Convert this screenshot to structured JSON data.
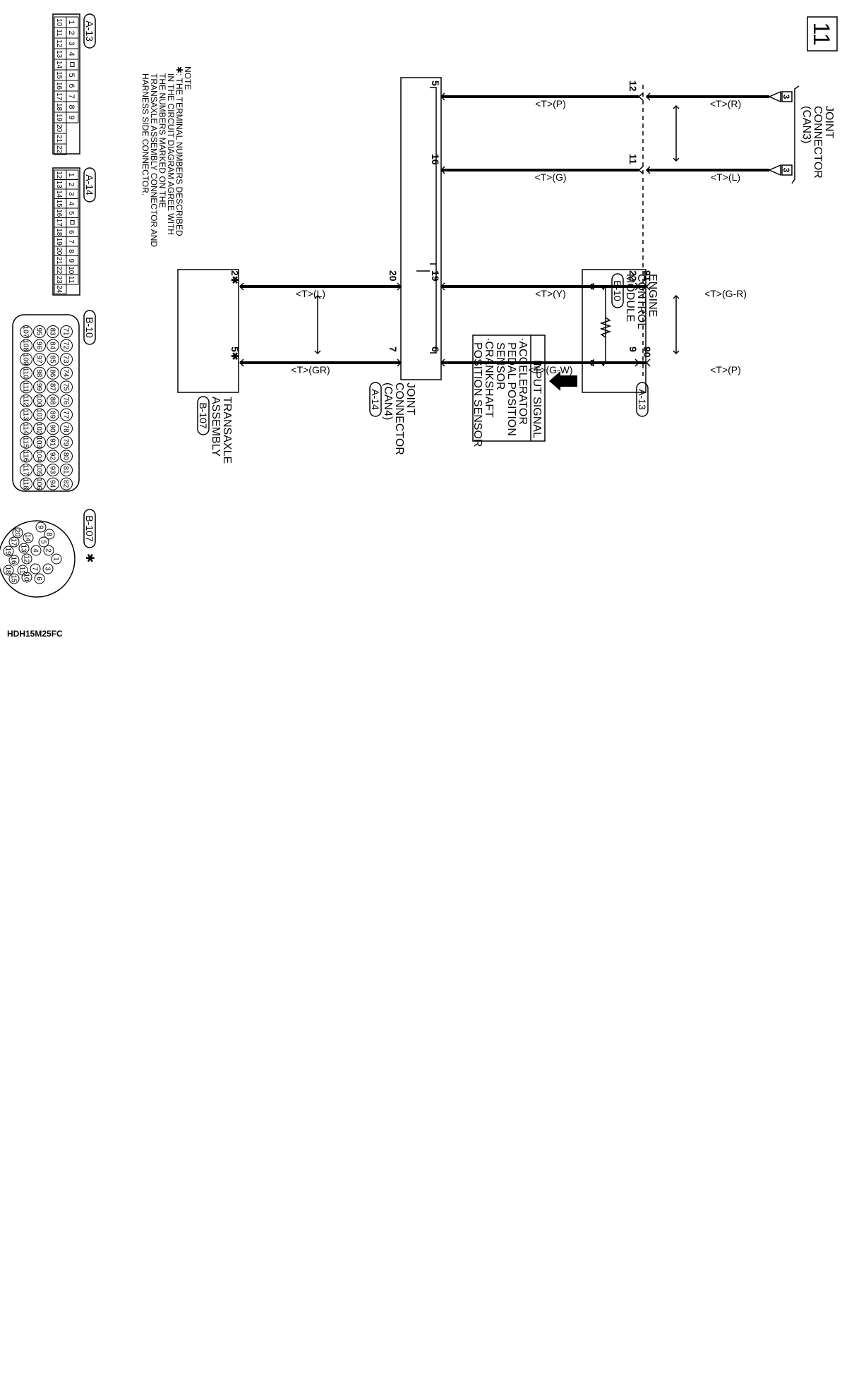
{
  "page_id": "11",
  "diagram_code": "HDH15M25FC",
  "jc_can3": {
    "lines": [
      "JOINT",
      "CONNECTOR",
      "(CAN3)"
    ],
    "flag_a": "3",
    "flag_b": "3"
  },
  "ecm": {
    "lines": [
      "ENGINE",
      "CONTROL",
      "MODULE"
    ],
    "connector": "B-10"
  },
  "input_signal": {
    "lines": [
      "INPUT SIGNAL",
      "·ACCELERATOR",
      "PEDAL POSITION",
      "SENSOR",
      "·CRANKSHAFT",
      "POSITION SENSOR"
    ]
  },
  "a13_label": "A-13",
  "jc_can4": {
    "lines": [
      "JOINT",
      "CONNECTOR",
      "(CAN4)"
    ],
    "connector": "A-14"
  },
  "transaxle": {
    "lines": [
      "TRANSAXLE",
      "ASSEMBLY"
    ],
    "connector": "B-107"
  },
  "wires": {
    "w1": {
      "label_right": "<T>(R)",
      "label_left": "<T>(P)",
      "pin_a13": "12",
      "pin_a14": "5"
    },
    "w2": {
      "label_right": "<T>(L)",
      "label_left": "<T>(G)",
      "pin_a13": "11",
      "pin_a14": "16"
    },
    "w3": {
      "label_right": "<T>(G-R)",
      "label_mid": "<T>(Y)",
      "label_left": "<T>(L)",
      "pin_ecm": "91",
      "pin_a13": "22",
      "pin_a14_in": "19",
      "pin_a14_out": "20",
      "pin_trans": "2✱"
    },
    "w4": {
      "label_right": "<T>(P)",
      "label_mid": "<T>(G-W)",
      "label_left": "<T>(GR)",
      "pin_ecm": "90",
      "pin_a13": "9",
      "pin_a14_in": "6",
      "pin_a14_out": "7",
      "pin_trans": "5✱"
    }
  },
  "note": {
    "title": "NOTE",
    "lines": [
      "✱: THE TERMINAL NUMBERS DESCRIBED",
      "IN THE CIRCUIT DIAGRAM AGREE WITH",
      "THE NUMBERS MARKED ON THE",
      "TRANSAXLE ASSEMBLY CONNECTOR AND",
      "HARNESS SIDE CONNECTOR."
    ]
  },
  "connector_views": {
    "a13": {
      "label": "A-13",
      "row1": [
        "1",
        "2",
        "3",
        "4",
        "",
        "5",
        "6",
        "7",
        "8",
        "9"
      ],
      "row2": [
        "10",
        "11",
        "12",
        "13",
        "14",
        "15",
        "16",
        "17",
        "18",
        "19",
        "20",
        "21",
        "22"
      ]
    },
    "a14": {
      "label": "A-14",
      "row1": [
        "1",
        "2",
        "3",
        "4",
        "5",
        "",
        "6",
        "7",
        "8",
        "9",
        "10",
        "11"
      ],
      "row2": [
        "12",
        "13",
        "14",
        "15",
        "16",
        "17",
        "18",
        "19",
        "20",
        "21",
        "22",
        "23",
        "24"
      ]
    },
    "b10": {
      "label": "B-10",
      "row1": [
        "71",
        "72",
        "73",
        "74",
        "75",
        "76",
        "77",
        "78",
        "79",
        "80",
        "81",
        "82"
      ],
      "row2": [
        "83",
        "84",
        "85",
        "86",
        "87",
        "88",
        "89",
        "90",
        "91",
        "92",
        "93",
        "94"
      ],
      "row3": [
        "95",
        "96",
        "97",
        "98",
        "99",
        "100",
        "101",
        "102",
        "103",
        "104",
        "105",
        "106"
      ],
      "row4": [
        "107",
        "108",
        "109",
        "110",
        "111",
        "112",
        "113",
        "114",
        "115",
        "116",
        "117",
        "118"
      ]
    },
    "b107": {
      "label": "B-107",
      "star": "✱",
      "pins": [
        "1",
        "2",
        "3",
        "4",
        "5",
        "6",
        "7",
        "8",
        "9",
        "10",
        "11",
        "12",
        "13",
        "14",
        "15",
        "16",
        "17",
        "18",
        "19",
        "20"
      ]
    }
  }
}
